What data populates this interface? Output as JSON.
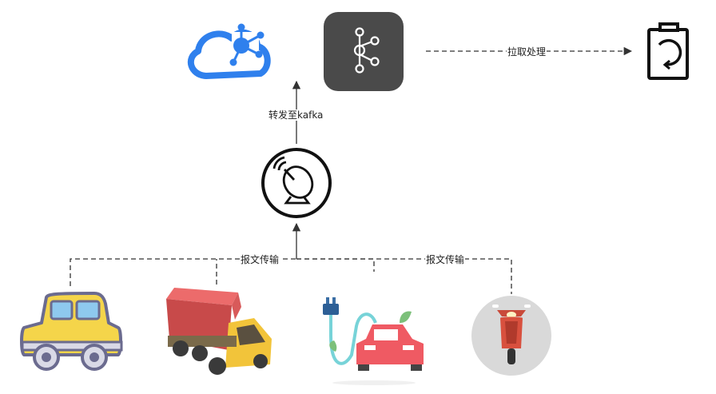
{
  "diagram": {
    "edge_labels": {
      "forward": "转发至kafka",
      "pull": "拉取处理",
      "report_left": "报文传输",
      "report_right": "报文传输"
    },
    "nodes": [
      {
        "id": "cloud",
        "icon": "cloud-network-icon"
      },
      {
        "id": "kafka",
        "icon": "kafka-icon"
      },
      {
        "id": "processor",
        "icon": "clipboard-refresh-icon"
      },
      {
        "id": "receiver",
        "icon": "satellite-dish-icon"
      },
      {
        "id": "car",
        "icon": "yellow-car-icon"
      },
      {
        "id": "truck",
        "icon": "delivery-truck-icon"
      },
      {
        "id": "ev",
        "icon": "electric-car-icon"
      },
      {
        "id": "scooter",
        "icon": "scooter-icon"
      }
    ],
    "colors": {
      "cloud": "#2f80ed",
      "kafka_bg": "#4a4a4a",
      "line": "#333333",
      "car_body": "#f5d54a",
      "truck_box": "#e05a5a",
      "ev_body": "#ef5a63",
      "scooter_bg": "#d9d9d9"
    }
  }
}
